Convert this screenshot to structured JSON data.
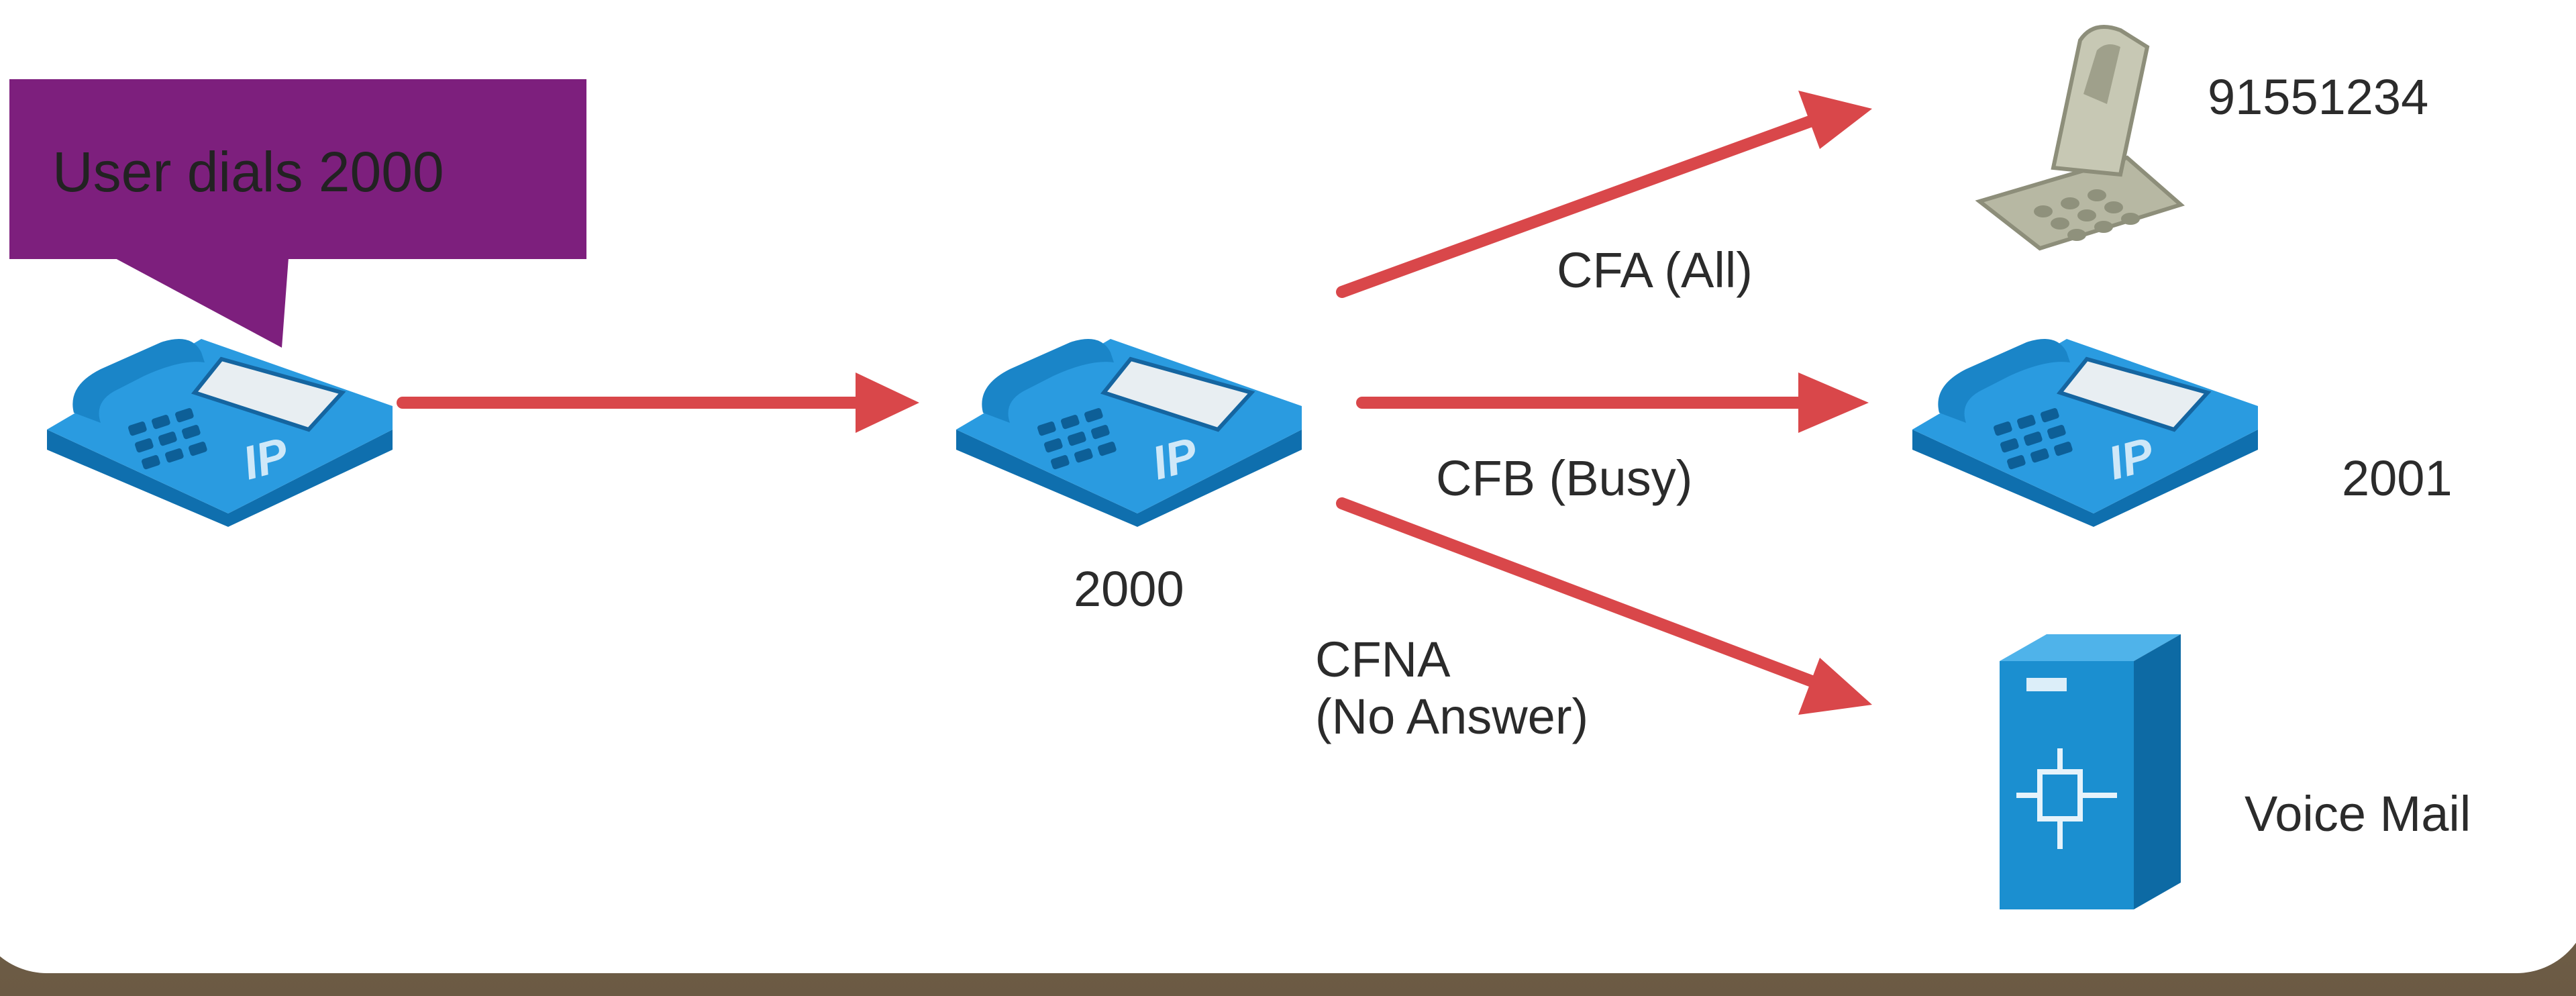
{
  "callout": {
    "text": "User dials 2000",
    "color": "#7d1f7d"
  },
  "colors": {
    "arrow": "#d9474a",
    "phone": "#1f8fd3",
    "server": "#1b8fd0",
    "panel": "#ffffff"
  },
  "nodes": {
    "caller_phone": {
      "icon": "ip-phone-icon"
    },
    "extension_phone": {
      "icon": "ip-phone-icon",
      "label": "2000"
    },
    "mobile": {
      "icon": "mobile-phone-icon",
      "label": "91551234"
    },
    "target_phone": {
      "icon": "ip-phone-icon",
      "label": "2001"
    },
    "voicemail": {
      "icon": "voicemail-server-icon",
      "label": "Voice Mail"
    }
  },
  "forwards": {
    "cfa": {
      "label": "CFA (All)"
    },
    "cfb": {
      "label": "CFB (Busy)"
    },
    "cfna": {
      "label": "CFNA\n(No Answer)"
    }
  }
}
